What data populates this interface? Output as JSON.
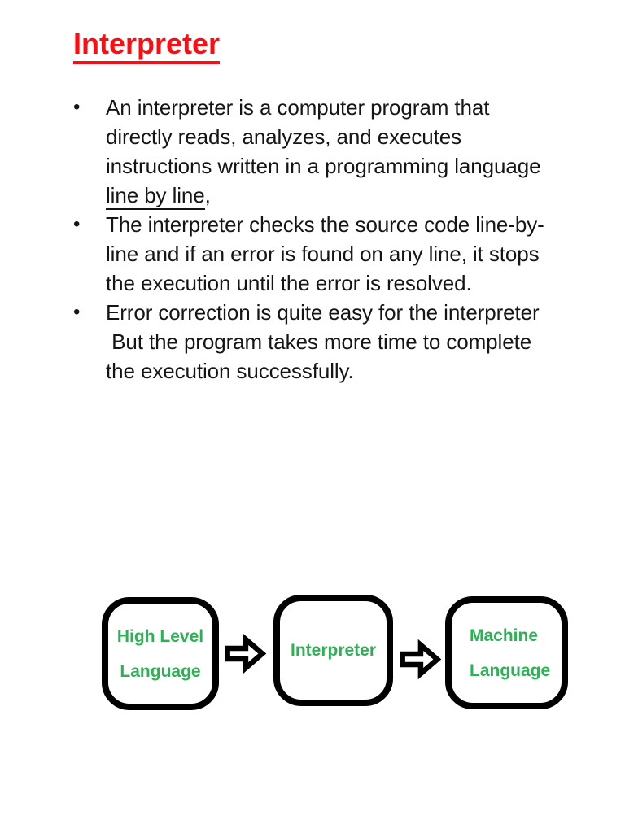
{
  "title": {
    "text": "Interpreter",
    "color": "#fc0d12"
  },
  "bullets": [
    {
      "lines": [
        "An interpreter is a computer program that",
        "directly reads, analyzes, and executes",
        "instructions written in a programming language"
      ],
      "underlined": "line by line",
      "tail": ","
    },
    {
      "lines": [
        "The interpreter checks the source code line-by-",
        "line and if an error is found on any line, it stops",
        "the execution until the error is resolved."
      ]
    },
    {
      "lines": [
        "Error correction is quite easy for the interpreter",
        " But the program takes more time to complete",
        "the execution successfully."
      ]
    }
  ],
  "bullet_marker": "•",
  "diagram": {
    "text_color": "#2db155",
    "border_color": "#000000",
    "boxes": [
      {
        "lines": [
          "High Level",
          "Language"
        ]
      },
      {
        "lines": [
          "Interpreter"
        ]
      },
      {
        "lines": [
          "Machine",
          "Language"
        ]
      }
    ]
  }
}
